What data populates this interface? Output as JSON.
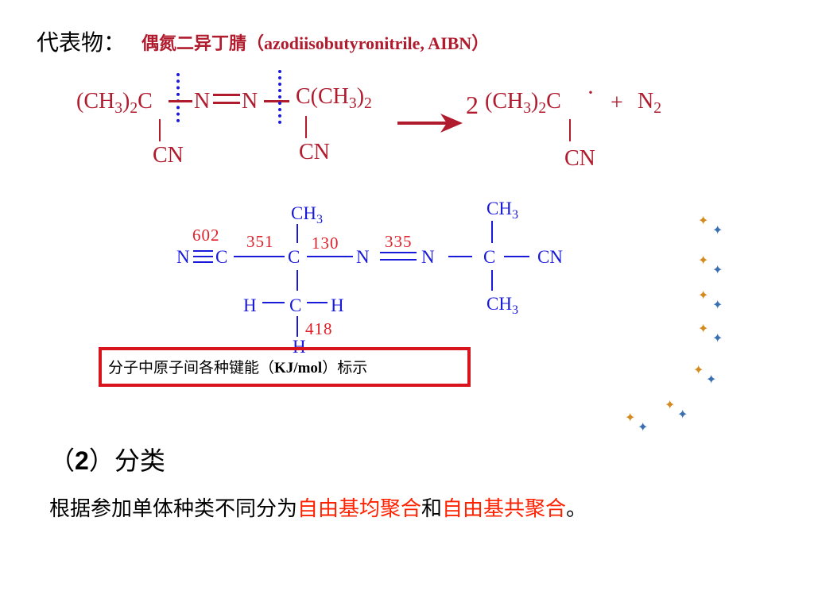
{
  "intro": {
    "label": "代表物：",
    "name_cn": "偶氮二异丁腈（",
    "name_latin": "azodiisobutyronitrile, AIBN",
    "name_close": "）"
  },
  "reaction": {
    "left_group": "(CH",
    "sub3": "3",
    "close2": ")",
    "sub2": "2",
    "c": "C",
    "n1": "N",
    "n2": "N",
    "right_group": "C(CH",
    "cn": "CN",
    "coef": "2",
    "plus": "+",
    "n2_product": "N",
    "radical_dot": "·"
  },
  "bond_diagram": {
    "n": "N",
    "c": "C",
    "ch": "CH",
    "three": "3",
    "h": "H",
    "cn": "CN",
    "energies": [
      "602",
      "351",
      "130",
      "335",
      "418"
    ]
  },
  "caption": {
    "pre": "分子中原子间各种键能（",
    "unit": "KJ/mol",
    "post": "）标示"
  },
  "section": {
    "open": "（",
    "number": "2",
    "close": "）分类"
  },
  "classify": {
    "text_pre": "根据参加单体种类不同分为",
    "term1": "自由基均聚合",
    "and": "和",
    "term2": "自由基共聚合",
    "end": "。"
  },
  "colors": {
    "reaction": "#b01b2e",
    "diagram": "#1a1adb",
    "energy_numbers": "#e0202a",
    "highlight": "#ff2200",
    "box_border": "#d8141d"
  }
}
